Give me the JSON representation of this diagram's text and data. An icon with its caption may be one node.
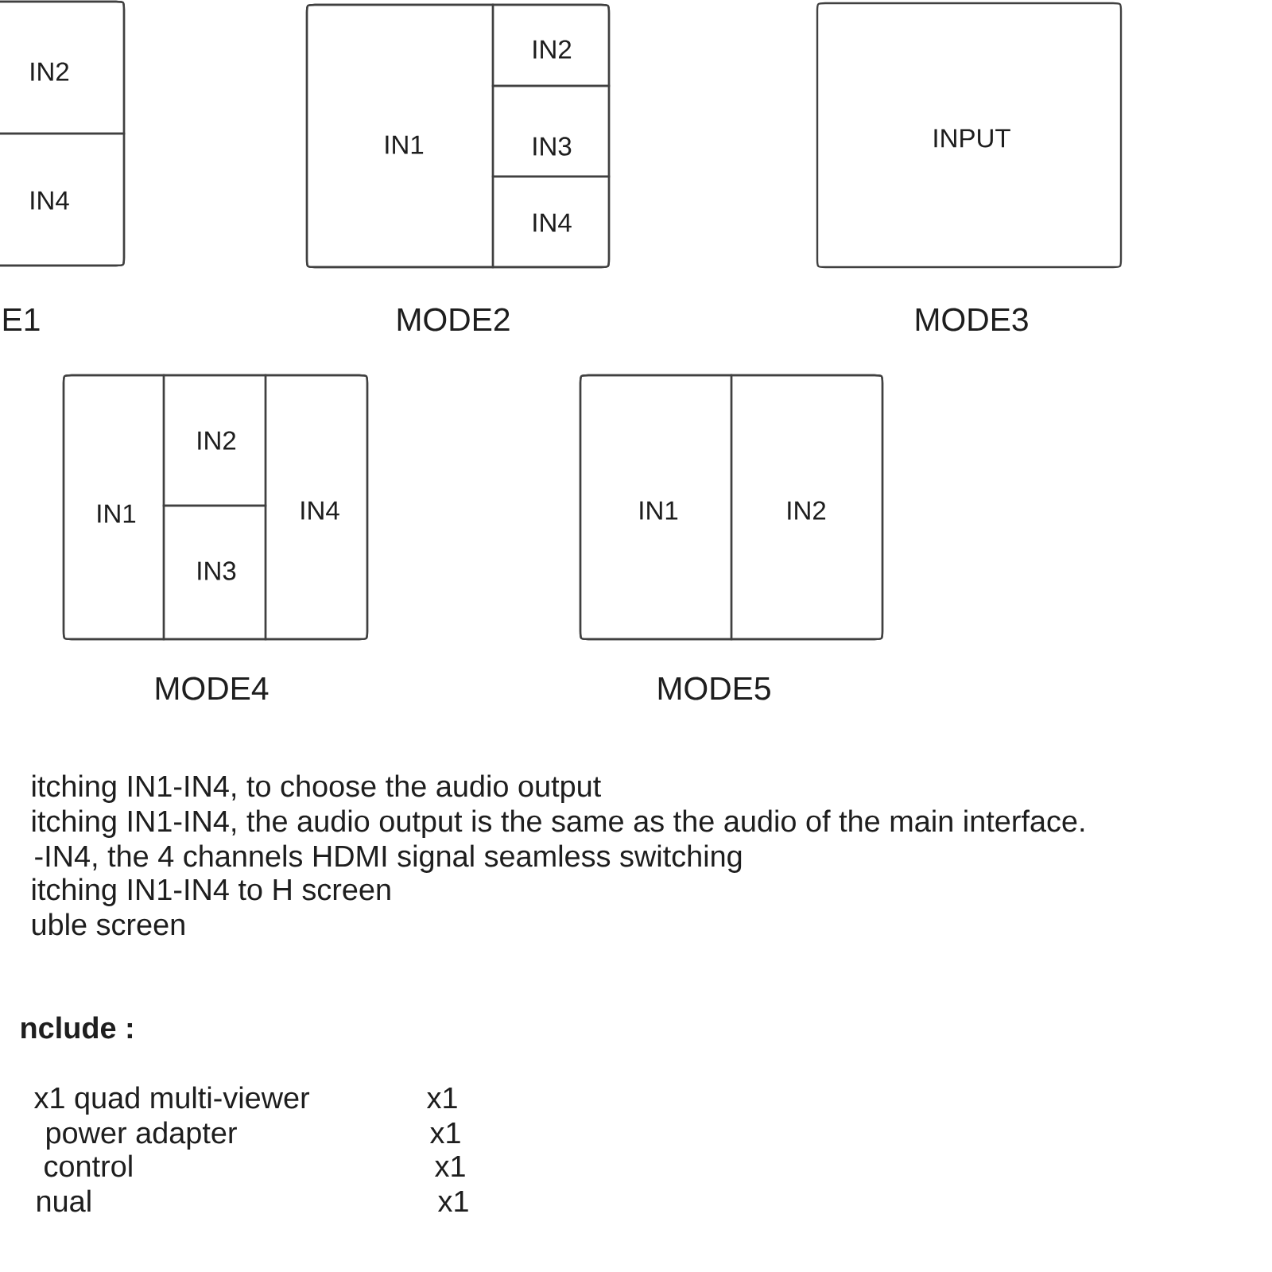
{
  "diagram": {
    "nodes": [
      {
        "text": [],
        "shape": "box",
        "beside": [
          "E1"
        ]
      },
      {
        "text": [
          "IN2"
        ],
        "in": 0
      },
      {
        "text": [
          "IN4"
        ],
        "in": 0
      },
      {
        "text": [],
        "shape": "box",
        "beside": [
          "MODE2"
        ]
      },
      {
        "text": [
          "IN1"
        ],
        "in": 3
      },
      {
        "text": [
          "IN2"
        ],
        "in": 3
      },
      {
        "text": [
          "IN3"
        ],
        "in": 3
      },
      {
        "text": [
          "IN4"
        ],
        "in": 3
      },
      {
        "text": [
          "INPUT"
        ],
        "beside": [
          "MODE3"
        ]
      },
      {
        "text": [],
        "shape": "box",
        "beside": [
          "MODE4"
        ]
      },
      {
        "text": [
          "IN1"
        ],
        "in": 9
      },
      {
        "text": [
          "IN2"
        ],
        "in": 9
      },
      {
        "text": [
          "IN3"
        ],
        "in": 9
      },
      {
        "text": [
          "IN4"
        ],
        "in": 9
      },
      {
        "text": [],
        "shape": "box",
        "beside": [
          "MODE5"
        ]
      },
      {
        "text": [
          "IN1"
        ],
        "in": 14
      },
      {
        "text": [
          "IN2"
        ],
        "in": 14
      }
    ],
    "labels": [
      "itching IN1-IN4, to choose the audio output",
      "itching IN1-IN4, the audio output is the same as the audio of the main interface.",
      "-IN4, the 4 channels HDMI signal seamless switching",
      "itching IN1-IN4 to H screen",
      "uble screen",
      "nclude :",
      "x1 quad multi-viewer",
      "x1",
      "power adapter",
      "x1",
      "control",
      "x1",
      "nual",
      "x1"
    ]
  }
}
